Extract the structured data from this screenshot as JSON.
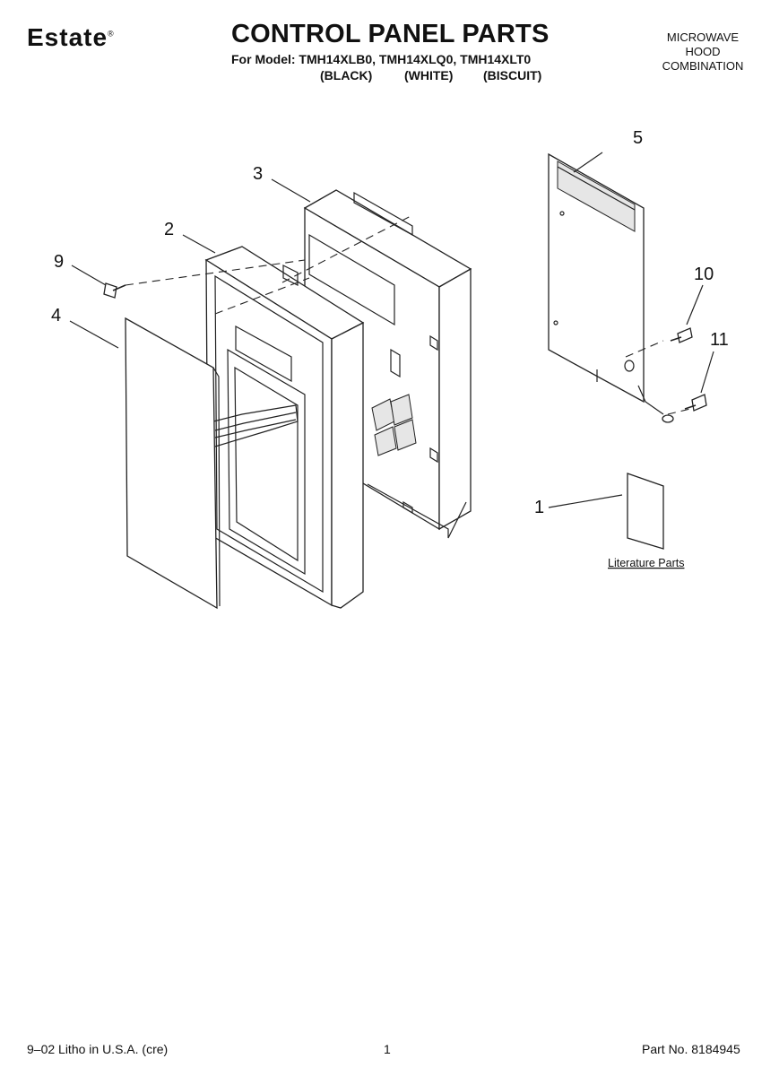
{
  "header": {
    "brand": "Estate",
    "brand_mark": "®",
    "title": "CONTROL PANEL PARTS",
    "models_line": "For Model: TMH14XLB0, TMH14XLQ0, TMH14XLT0",
    "colors": [
      "(BLACK)",
      "(WHITE)",
      "(BISCUIT)"
    ],
    "appliance_type": [
      "MICROWAVE",
      "HOOD",
      "COMBINATION"
    ]
  },
  "diagram": {
    "callouts": [
      "5",
      "3",
      "2",
      "9",
      "4",
      "10",
      "11",
      "1"
    ],
    "literature_label": "Literature Parts"
  },
  "footer": {
    "left": "9–02 Litho in U.S.A. (cre)",
    "page": "1",
    "part_no": "Part No. 8184945"
  }
}
